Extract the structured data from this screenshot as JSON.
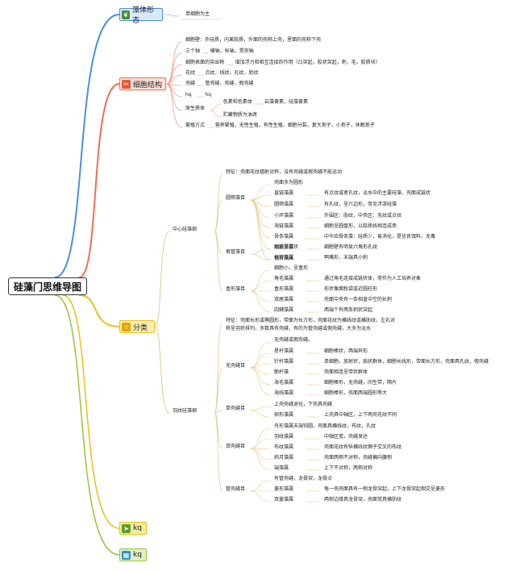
{
  "root": "硅藻门思维导图",
  "colors": {
    "blue": "#4a90e2",
    "red": "#ef6f51",
    "yellow": "#e8c21c",
    "green": "#9ac534",
    "tan": "#e8c98c",
    "pink": "#f2a08a",
    "light_yellow": "#f3dc7a"
  },
  "branches": {
    "shape": {
      "label": "藻体形态",
      "icon": "leaf-icon",
      "text": "单细胞为主"
    },
    "structure": {
      "label": "细胞结构",
      "icon": "tools-icon",
      "items": [
        {
          "text": "细胞壁：外硅质，内果胶质，外面的壳称上壳，里面的壳称下壳"
        },
        {
          "text": "三个轴",
          "child": "横轴，纵轴，贯壳轴"
        },
        {
          "text": "细胞表面的突出物",
          "child": "增加浮力和相互连接的作用（凸突起，胶状突起，刺，毛，胶质块）"
        },
        {
          "text": "花纹",
          "child": "点纹，线纹，孔纹，肋纹"
        },
        {
          "text": "壳缝",
          "child": "管壳缝，壳缝，假壳缝"
        },
        {
          "text": "hq",
          "child": "hq"
        },
        {
          "text": "原生质体",
          "children": [
            {
              "text": "色素和色素体",
              "child": "岩藻黄素，硅藻黄素"
            },
            {
              "text": "贮藏物质为油滴"
            }
          ]
        },
        {
          "text": "繁殖方式",
          "child": "营养繁殖，无性生殖，有性生殖，细胞分裂，复大孢子，小孢子，休眠孢子"
        }
      ]
    },
    "classification": {
      "label": "分类",
      "icon": "star-icon",
      "central": {
        "label": "中心硅藻纲",
        "feature": "特征：壳面花纹辐射对称，没有壳缝或假壳缝不能运动",
        "orders": [
          {
            "label": "圆筛藻目",
            "items": [
              {
                "text": "壳面多为圆形"
              },
              {
                "text": "直链藻属",
                "child": "有点纹或者孔纹，淡水中的主要硅藻，壳面成链状"
              },
              {
                "text": "圆筛藻属",
                "child": "有孔纹，呈六边形，常见浮游硅藻"
              },
              {
                "text": "小环藻属",
                "child": "外围区：肋纹，中央区：无纹或点纹"
              },
              {
                "text": "海链藻属",
                "child": "细胞呈圆盘形，以胶质线相连成串"
              },
              {
                "text": "骨条藻属",
                "child": "中华齿骨条藻：硅质少，易消化，是优良饵料，无毒"
              },
              {
                "text": "冠盖藻属",
                "child": "细胞壁有明显六角形孔纹"
              },
              {
                "text": "辐杆藻属"
              }
            ]
          },
          {
            "label": "根管藻目",
            "items": [
              {
                "text": "细胞呈管状"
              },
              {
                "text": "根管藻属",
                "child": "鸭嘴形，末端具小刺"
              }
            ]
          },
          {
            "label": "盒形藻目",
            "items": [
              {
                "text": "细胞小，呈盒形"
              },
              {
                "text": "角毛藻属",
                "child": "通过角毛连接成链状体，常作为人工培养对象"
              },
              {
                "text": "盒形藻属",
                "child": "形状像面粉袋或近圆柱形"
              },
              {
                "text": "双尾藻属",
                "child": "壳面中央有一条相直中空的长刺"
              },
              {
                "text": "四棘藻属",
                "child": "两端个有两条刺状突起"
              }
            ]
          }
        ]
      },
      "pennate": {
        "label": "羽纹硅藻纲",
        "feature": [
          "特征：壳面长形或椭圆形，带面为长方形，壳面花纹为横线纹或横肋纹，左右对",
          "称呈羽状排列，多数具有壳缝，有的为管壳缝或假壳缝，大多为淡水"
        ],
        "orders": [
          {
            "label": "无壳缝目",
            "items": [
              {
                "text": "无壳缝或假壳缝。"
              },
              {
                "text": "星杆藻属",
                "child": "细胞棒状，两端异形"
              },
              {
                "text": "针杆藻属",
                "child": "单细胞，放射状，扇状群体，细胞长线形，带面长方形，壳面具孔纹，假壳缝"
              },
              {
                "text": "脆杆藻",
                "child": "壳面相连呈带状群体"
              },
              {
                "text": "海毛藻属",
                "child": "细胞棒形，无壳缝，间生带，隔片"
              },
              {
                "text": "海线藻属",
                "child": "细胞棒形，壳面两端圆形等大"
              }
            ]
          },
          {
            "label": "单壳缝目",
            "items": [
              {
                "text": "上壳壳缝退化，下壳具壳缝"
              },
              {
                "text": "卵形藻属",
                "child": "上壳具中轴区，上下两壳花纹不同"
              }
            ]
          },
          {
            "label": "双壳缝目",
            "items": [
              {
                "text": "舟形藻属末端钝圆，壳面具横线纹，布纹，孔纹"
              },
              {
                "text": "羽纹藻属",
                "child": "中轴区宽，壳缝发达"
              },
              {
                "text": "布纹藻属",
                "child": "壳面花纹有纵横线纹狮子交叉的布纹"
              },
              {
                "text": "斜月藻属",
                "child": "壳面两侧不对称，壳缝偏向腹侧"
              },
              {
                "text": "端藻属",
                "child": "上下不对称，两侧对称"
              }
            ]
          },
          {
            "label": "管壳缝目",
            "items": [
              {
                "text": "有管壳缝，龙骨突，龙骨点"
              },
              {
                "text": "菱形藻属",
                "child": "每一壳壳面具有一侧龙骨突起，上下龙骨突起相交呈菱形"
              },
              {
                "text": "双菱藻属",
                "child": "两侧边缘具龙骨突，壳面常具横肋纹"
              }
            ]
          }
        ]
      }
    },
    "kq1": {
      "label": "kq",
      "icon": "send-icon"
    },
    "kq2": {
      "label": "kq",
      "icon": "map-icon"
    }
  }
}
